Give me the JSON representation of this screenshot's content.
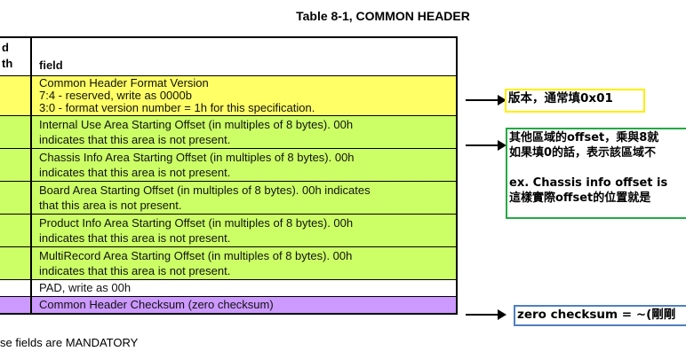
{
  "title": "Table 8-1, COMMON HEADER",
  "table": {
    "header": {
      "col1_line1": "d",
      "col1_line2": "th",
      "field": "field"
    },
    "rows": [
      {
        "lines": [
          "Common Header Format Version",
          "7:4 - reserved, write as 0000b",
          "3:0 - format version number = 1h for this specification."
        ],
        "color": "#ffff66"
      },
      {
        "lines": [
          "Internal Use Area Starting Offset (in multiples of 8 bytes). 00h",
          "indicates that this area is not present."
        ],
        "color": "#ccff66"
      },
      {
        "lines": [
          "Chassis Info Area Starting Offset (in multiples of 8 bytes). 00h",
          "indicates that this area is not present."
        ],
        "color": "#ccff66"
      },
      {
        "lines": [
          "Board Area Starting Offset (in multiples of 8 bytes). 00h indicates",
          "that this area is not present."
        ],
        "color": "#ccff66"
      },
      {
        "lines": [
          "Product Info Area Starting Offset (in multiples of 8 bytes). 00h",
          "indicates that this area is not present."
        ],
        "color": "#ccff66"
      },
      {
        "lines": [
          "MultiRecord Area Starting Offset (in multiples of 8 bytes). 00h",
          "indicates that this area is not present."
        ],
        "color": "#ccff66"
      },
      {
        "lines": [
          "PAD, write as 00h"
        ],
        "color": "#ffffff"
      },
      {
        "lines": [
          "Common Header Checksum (zero checksum)"
        ],
        "color": "#cc99ff"
      }
    ]
  },
  "footer": "se fields are MANDATORY",
  "notes": {
    "version": "版本，通常填0x01",
    "offset": "其他區域的offset，乘與8就\n如果填0的話，表示該區域不\n\nex. Chassis info offset is \n這樣實際offset的位置就是",
    "checksum": "zero checksum = ~(剛剛"
  }
}
